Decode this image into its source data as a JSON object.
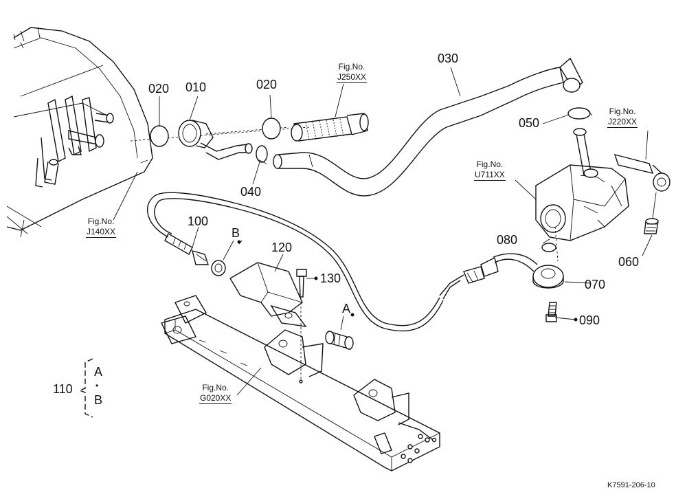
{
  "callouts": {
    "p010": "010",
    "p020a": "020",
    "p020b": "020",
    "p030": "030",
    "p040": "040",
    "p050": "050",
    "p060": "060",
    "p070": "070",
    "p080": "080",
    "p090": "090",
    "p100": "100",
    "p110": "110",
    "p120": "120",
    "p130": "130",
    "letterA": "A",
    "letterB": "B",
    "bracketA": "A",
    "bracketDot": "•",
    "bracketB": "B"
  },
  "figrefs": {
    "j250": {
      "line1": "Fig.No.",
      "line2": "J250XX"
    },
    "j220": {
      "line1": "Fig.No.",
      "line2": "J220XX"
    },
    "u711": {
      "line1": "Fig.No.",
      "line2": "U711XX"
    },
    "j140": {
      "line1": "Fig.No.",
      "line2": "J140XX"
    },
    "g020": {
      "line1": "Fig.No.",
      "line2": "G020XX"
    }
  },
  "drawing_code": "K7591-206-10"
}
